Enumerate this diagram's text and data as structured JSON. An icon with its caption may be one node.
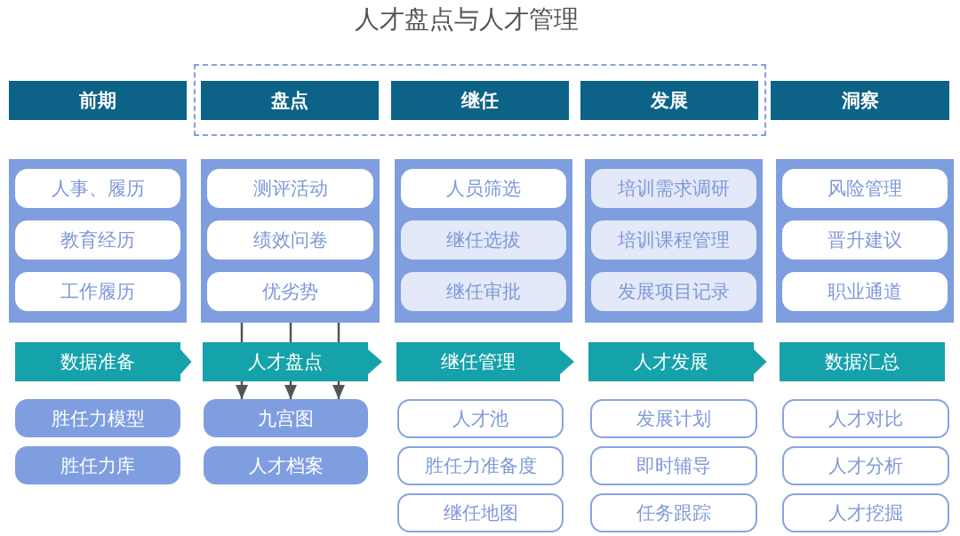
{
  "diagram": {
    "title": "人才盘点与人才管理",
    "nodes": [
      {
        "text": [
          "前期"
        ]
      },
      {
        "text": [],
        "shape": "box"
      },
      {
        "text": [
          "盘点"
        ],
        "in": 1
      },
      {
        "text": [
          "继任"
        ],
        "in": 1
      },
      {
        "text": [
          "发展"
        ],
        "in": 1
      },
      {
        "text": [
          "洞察"
        ]
      },
      {
        "text": [],
        "shape": "box"
      },
      {
        "text": [
          "人事、履历"
        ],
        "in": 6
      },
      {
        "text": [
          "教育经历"
        ],
        "in": 6
      },
      {
        "text": [
          "工作履历"
        ],
        "in": 6
      },
      {
        "text": [],
        "shape": "box"
      },
      {
        "text": [
          "测评活动"
        ],
        "in": 10
      },
      {
        "text": [
          "绩效问卷"
        ],
        "in": 10
      },
      {
        "text": [
          "优劣势"
        ],
        "in": 10
      },
      {
        "text": [],
        "shape": "box"
      },
      {
        "text": [
          "人员筛选"
        ],
        "in": 14
      },
      {
        "text": [
          "继任选拔"
        ],
        "in": 14
      },
      {
        "text": [
          "继任审批"
        ],
        "in": 14
      },
      {
        "text": [],
        "shape": "box"
      },
      {
        "text": [
          "培训需求调研"
        ],
        "in": 18
      },
      {
        "text": [
          "培训课程管理"
        ],
        "in": 18
      },
      {
        "text": [
          "发展项目记录"
        ],
        "in": 18
      },
      {
        "text": [],
        "shape": "box"
      },
      {
        "text": [
          "风险管理"
        ],
        "in": 22
      },
      {
        "text": [
          "晋升建议"
        ],
        "in": 22
      },
      {
        "text": [
          "职业通道"
        ],
        "in": 22
      },
      {
        "text": [
          "数据准备"
        ]
      },
      {
        "text": [
          "人才盘点"
        ]
      },
      {
        "text": [
          "继任管理"
        ]
      },
      {
        "text": [
          "人才发展"
        ]
      },
      {
        "text": [
          "数据汇总"
        ]
      },
      {
        "text": [
          "胜任力模型"
        ]
      },
      {
        "text": [
          "胜任力库"
        ]
      },
      {
        "text": [
          "九宫图"
        ]
      },
      {
        "text": [
          "人才档案"
        ]
      },
      {
        "text": [
          "人才池"
        ]
      },
      {
        "text": [
          "胜任力准备度"
        ]
      },
      {
        "text": [
          "继任地图"
        ]
      },
      {
        "text": [
          "发展计划"
        ]
      },
      {
        "text": [
          "即时辅导"
        ]
      },
      {
        "text": [
          "任务跟踪"
        ]
      },
      {
        "text": [
          "人才对比"
        ]
      },
      {
        "text": [
          "人才分析"
        ]
      },
      {
        "text": [
          "人才挖掘"
        ]
      }
    ],
    "edges": [
      {
        "from": 26,
        "to": 27,
        "arrow": "to",
        "color": "#16a2aa"
      },
      {
        "from": 27,
        "to": 28,
        "arrow": "to",
        "color": "#16a2aa"
      },
      {
        "from": 28,
        "to": 29,
        "arrow": "to",
        "color": "#16a2aa"
      },
      {
        "from": 29,
        "to": 30,
        "arrow": "to",
        "color": "#16a2aa"
      },
      {
        "from": 10,
        "to": 27,
        "arrow": "none"
      },
      {
        "from": 10,
        "to": 27,
        "arrow": "none"
      },
      {
        "from": 10,
        "to": 27,
        "arrow": "none"
      },
      {
        "from": 27,
        "to": 33,
        "arrow": "to"
      },
      {
        "from": 27,
        "to": 33,
        "arrow": "to"
      },
      {
        "from": 27,
        "to": 33,
        "arrow": "to"
      }
    ]
  }
}
